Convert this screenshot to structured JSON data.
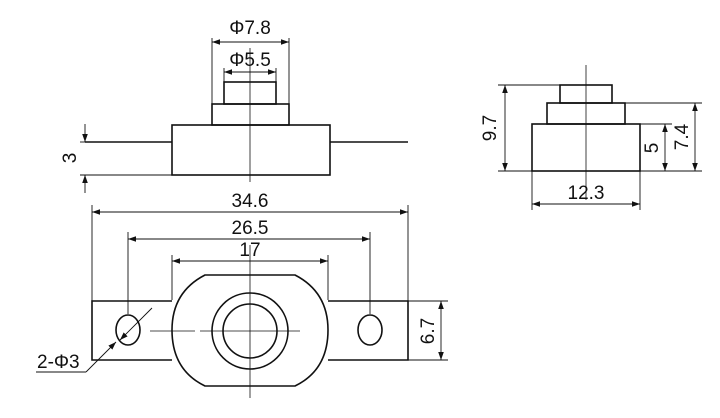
{
  "dimensions": {
    "outer_diameter": "Φ7.8",
    "inner_diameter": "Φ5.5",
    "terminal_offset": "3",
    "side_total_height": "9.7",
    "side_body_height": "5",
    "side_step_height": "7.4",
    "side_width": "12.3",
    "overall_length": "34.6",
    "hole_pitch": "26.5",
    "body_width": "17",
    "flange_height": "6.7",
    "hole_callout": "2-Φ3"
  },
  "colors": {
    "line": "#111111",
    "background": "#ffffff"
  }
}
